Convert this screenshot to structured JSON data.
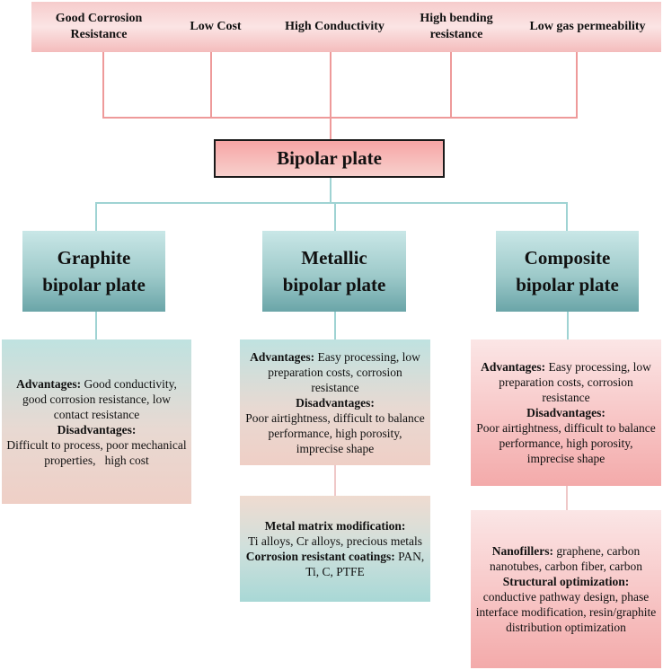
{
  "properties": [
    {
      "line1": "Good Corrosion",
      "line2": "Resistance"
    },
    {
      "line1": "Low Cost",
      "line2": ""
    },
    {
      "line1": "High Conductivity",
      "line2": ""
    },
    {
      "line1": "High bending",
      "line2": "resistance"
    },
    {
      "line1": "Low gas permeability",
      "line2": ""
    }
  ],
  "root": "Bipolar plate",
  "types": [
    {
      "line1": "Graphite",
      "line2": "bipolar plate",
      "adv_label": "Advantages:",
      "adv_text": "Good conductivity, good corrosion resistance, low contact resistance",
      "dis_label": "Disadvantages:",
      "dis_text": "Difficult to process, poor mechanical properties,   high cost"
    },
    {
      "line1": "Metallic",
      "line2": "bipolar plate",
      "adv_label": "Advantages:",
      "adv_text": "Easy processing, low preparation costs, corrosion resistance",
      "dis_label": "Disadvantages:",
      "dis_text": "Poor airtightness, difficult to balance performance, high porosity, imprecise shape"
    },
    {
      "line1": "Composite",
      "line2": "bipolar plate",
      "adv_label": "Advantages:",
      "adv_text": "Easy processing, low preparation costs, corrosion resistance",
      "dis_label": "Disadvantages:",
      "dis_text": "Poor airtightness, difficult to balance performance, high porosity, imprecise shape"
    }
  ],
  "metallic_extra": {
    "mod_label": "Metal matrix modification:",
    "mod_text": "Ti alloys, Cr alloys, precious metals",
    "coat_label": "Corrosion resistant coatings:",
    "coat_text": "PAN, Ti, C, PTFE"
  },
  "composite_extra": {
    "nano_label": "Nanofillers:",
    "nano_text": "graphene, carbon nanotubes, carbon fiber, carbon",
    "struct_label": "Structural optimization:",
    "struct_text": "conductive pathway design, phase interface modification, resin/graphite distribution optimization"
  }
}
